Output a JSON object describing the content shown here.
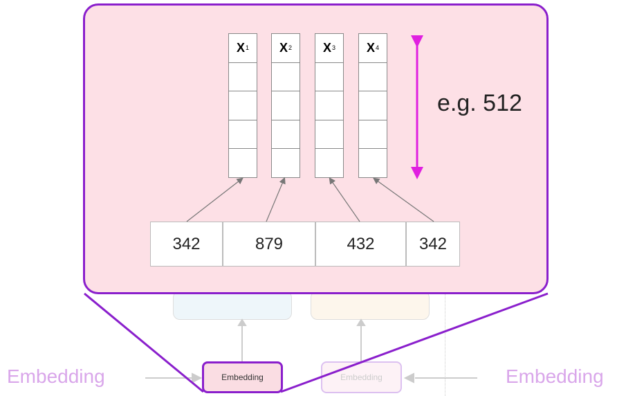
{
  "vectors": [
    {
      "label": "X",
      "sub": "1"
    },
    {
      "label": "X",
      "sub": "2"
    },
    {
      "label": "X",
      "sub": "3"
    },
    {
      "label": "X",
      "sub": "4"
    }
  ],
  "tokens": [
    "342",
    "879",
    "432",
    "342"
  ],
  "dimension_label": "e.g. 512",
  "embedding_left": "Embedding",
  "embedding_right": "Embedding",
  "embedding_box_active": "Embedding",
  "embedding_box_faded": "Embedding",
  "colors": {
    "border": "#8a1fcc",
    "fill": "#fde0e6",
    "arrow": "#e020e0"
  }
}
